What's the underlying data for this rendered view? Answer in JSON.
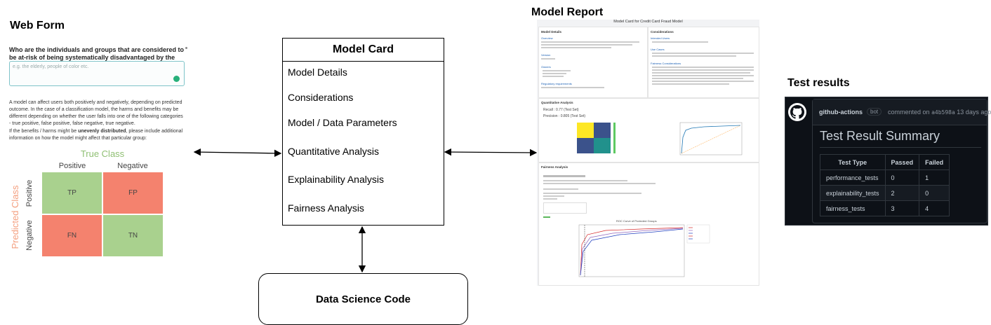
{
  "web_form": {
    "heading": "Web Form",
    "question": "Who are the individuals and groups that are considered to be at-risk of being systematically disadvantaged by the system?",
    "placeholder": "e.g. the elderly, people of color etc.",
    "paragraph1": "A model can affect users both positively and negatively, depending on predicted outcome. In the case of a classification model, the harms and benefits may be different depending on whether the user falls into one of the following categories - true positive, false positive, false negative, true negative.",
    "paragraph2_pre": "If the benefits / harms might be ",
    "paragraph2_bold": "unevenly distributed",
    "paragraph2_post": ", please include additional information on how the model might affect that particular group:",
    "matrix": {
      "true_class": "True Class",
      "predicted_class": "Predicted Class",
      "col_positive": "Positive",
      "col_negative": "Negative",
      "row_positive": "Positive",
      "row_negative": "Negative",
      "tp": "TP",
      "fp": "FP",
      "fn": "FN",
      "tn": "TN",
      "color_green": "#a9d18e",
      "color_red": "#f4826e",
      "true_class_color": "#8fbf73",
      "predicted_class_color": "#f4a080"
    }
  },
  "model_card": {
    "title": "Model Card",
    "items": [
      "Model Details",
      "Considerations",
      "Model / Data Parameters",
      "Quantitative Analysis",
      "Explainability Analysis",
      "Fairness Analysis"
    ]
  },
  "data_science_code": {
    "label": "Data Science Code"
  },
  "model_report": {
    "heading": "Model Report",
    "title": "Model Card for Credit Card Fraud Model",
    "left_section": "Model Details",
    "left_sub": [
      "Overview",
      "Version",
      "Owners",
      "Regulatory requirements"
    ],
    "right_section": "Considerations",
    "right_sub": [
      "Intended Users",
      "Use Cases",
      "Fairness Considerations"
    ],
    "quant_section": "Quantitative Analysis",
    "quant_metric1": "Recall : 0.77 (Test Set)",
    "quant_metric2": "Precision : 0.805 (Test Set)",
    "fair_section": "Fairness Analysis",
    "fair_sub": "ROC Curve of Protected Groups"
  },
  "test_results": {
    "heading": "Test results",
    "user": "github-actions",
    "bot": "bot",
    "comment_pre": "commented on",
    "commit": "a4b598a",
    "ago": "13 days ago",
    "summary_title": "Test Result Summary",
    "columns": [
      "Test Type",
      "Passed",
      "Failed"
    ],
    "rows": [
      {
        "type": "performance_tests",
        "passed": "0",
        "failed": "1"
      },
      {
        "type": "explainability_tests",
        "passed": "2",
        "failed": "0"
      },
      {
        "type": "fairness_tests",
        "passed": "3",
        "failed": "4"
      }
    ]
  }
}
